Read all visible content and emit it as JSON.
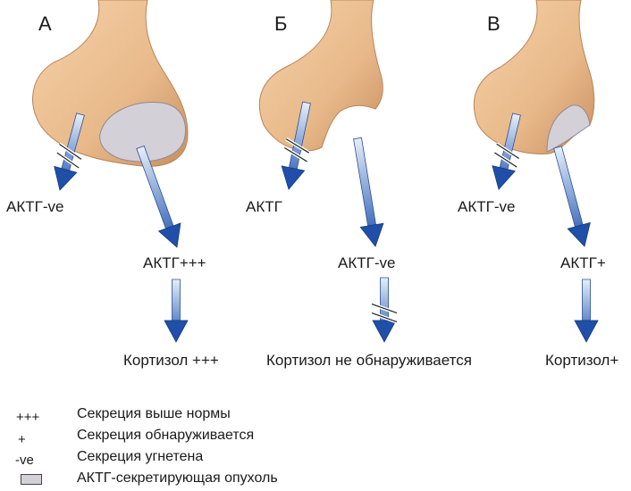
{
  "panels": [
    {
      "letter": "А",
      "acth_suppressed": "АКТГ-ve",
      "acth_tumor": "АКТГ+++",
      "cortisol": "Кортизол +++"
    },
    {
      "letter": "Б",
      "acth_suppressed": "АКТГ",
      "acth_tumor": "АКТГ-ve",
      "cortisol": "Кортизол не обнаруживается"
    },
    {
      "letter": "В",
      "acth_suppressed": "АКТГ-ve",
      "acth_tumor": "АКТГ+",
      "cortisol": "Кортизол+"
    }
  ],
  "legend": [
    {
      "symbol": "+++",
      "text": "Секреция выше нормы"
    },
    {
      "symbol": "+",
      "text": "Секреция обнаруживается"
    },
    {
      "symbol": "-ve",
      "text": "Секреция угнетена"
    },
    {
      "symbol": "",
      "text": "АКТГ-секретирующая опухоль"
    }
  ],
  "colors": {
    "gland": "#e8b98a",
    "gland_shadow": "#c98f5f",
    "tumor": "#d4d0d8",
    "arrow_dark": "#1f4fa8",
    "arrow_light": "#dde8f5"
  }
}
